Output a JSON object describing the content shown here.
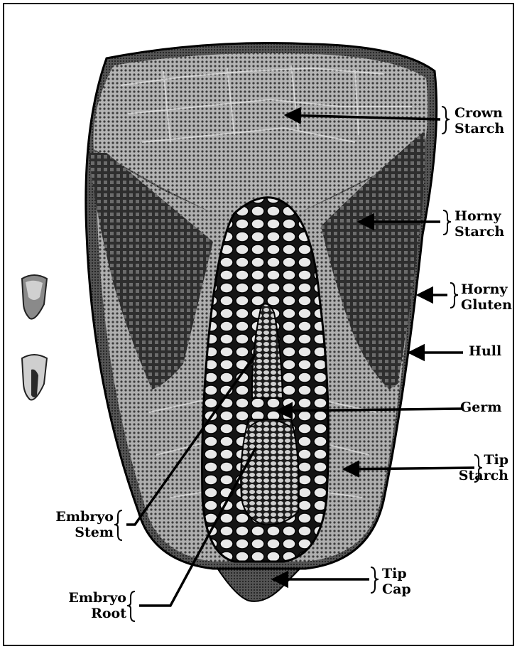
{
  "labels": {
    "crown_starch": [
      "Crown",
      "Starch"
    ],
    "horny_starch": [
      "Horny",
      "Starch"
    ],
    "horny_gluten": [
      "Horny",
      "Gluten"
    ],
    "hull": "Hull",
    "germ": "Germ",
    "tip_starch": [
      "Tip",
      "Starch"
    ],
    "tip_cap": [
      "Tip",
      "Cap"
    ],
    "embryo_stem": [
      "Embryo",
      "Stem"
    ],
    "embryo_root": [
      "Embryo",
      "Root"
    ]
  },
  "colors": {
    "ink": "#000000",
    "paper": "#ffffff",
    "hull": "#3a3a3a",
    "gluten": "#4a4a4a",
    "starch": "#9a9a9a"
  }
}
